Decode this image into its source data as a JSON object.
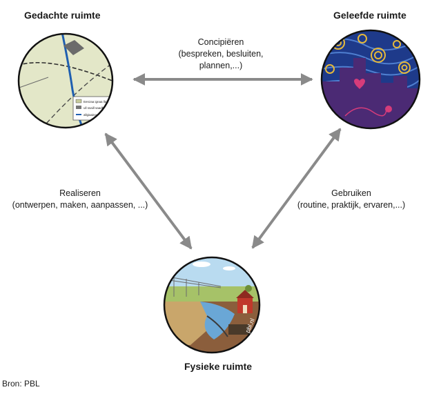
{
  "nodes": {
    "gedacht": {
      "title": "Gedachte ruimte"
    },
    "geleefd": {
      "title": "Geleefde ruimte"
    },
    "fysiek": {
      "title": "Fysieke ruimte"
    }
  },
  "map_legend": {
    "items": [
      "Eenzaa ignaa llaiaa",
      "ull ssaill saadhiltaaa",
      "allgiaaing alill aail"
    ]
  },
  "arrows": {
    "top": {
      "line1": "Concipiëren",
      "line2": "(bespreken, besluiten,",
      "line3": "plannen,...)"
    },
    "left": {
      "line1": "Realiseren",
      "line2": "(ontwerpen, maken, aanpassen, ...)"
    },
    "right": {
      "line1": "Gebruiken",
      "line2": "(routine, praktijk, ervaren,...)"
    }
  },
  "watermark": "pbl.nl",
  "source": "Bron: PBL",
  "colors": {
    "arrow": "#8a8a8a",
    "map_bg": "#e3e7c8",
    "night_sky": "#1e3a8a",
    "city_purple": "#4b2a74",
    "accent_pink": "#d63c7a"
  }
}
